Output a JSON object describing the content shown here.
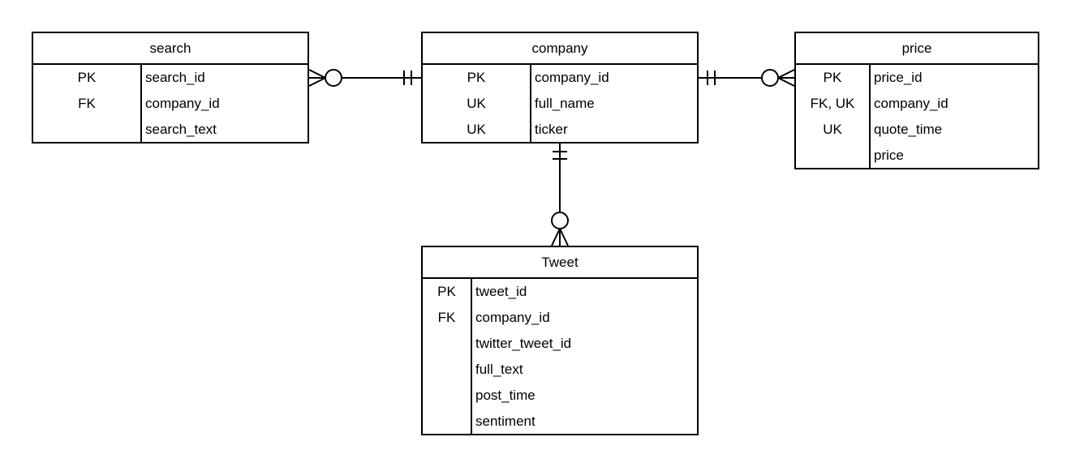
{
  "entities": {
    "search": {
      "title": "search",
      "rows": [
        {
          "key": "PK",
          "name": "search_id"
        },
        {
          "key": "FK",
          "name": "company_id"
        },
        {
          "key": "",
          "name": "search_text"
        }
      ]
    },
    "company": {
      "title": "company",
      "rows": [
        {
          "key": "PK",
          "name": "company_id"
        },
        {
          "key": "UK",
          "name": "full_name"
        },
        {
          "key": "UK",
          "name": "ticker"
        }
      ]
    },
    "price": {
      "title": "price",
      "rows": [
        {
          "key": "PK",
          "name": "price_id"
        },
        {
          "key": "FK, UK",
          "name": "company_id"
        },
        {
          "key": "UK",
          "name": "quote_time"
        },
        {
          "key": "",
          "name": "price"
        }
      ]
    },
    "tweet": {
      "title": "Tweet",
      "rows": [
        {
          "key": "PK",
          "name": "tweet_id"
        },
        {
          "key": "FK",
          "name": "company_id"
        },
        {
          "key": "",
          "name": "twitter_tweet_id"
        },
        {
          "key": "",
          "name": "full_text"
        },
        {
          "key": "",
          "name": "post_time"
        },
        {
          "key": "",
          "name": "sentiment"
        }
      ]
    }
  },
  "relationships": [
    {
      "from": "company",
      "to": "search",
      "from_cardinality": "exactly-one",
      "to_cardinality": "zero-or-many"
    },
    {
      "from": "company",
      "to": "price",
      "from_cardinality": "exactly-one",
      "to_cardinality": "zero-or-many"
    },
    {
      "from": "company",
      "to": "tweet",
      "from_cardinality": "exactly-one",
      "to_cardinality": "zero-or-many"
    }
  ],
  "colors": {
    "line": "#000000",
    "background": "#ffffff"
  }
}
